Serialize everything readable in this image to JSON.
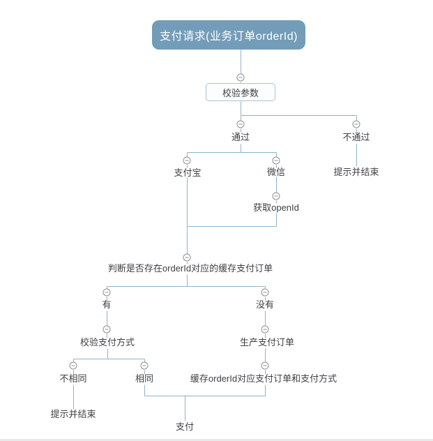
{
  "colors": {
    "page_bg": "#ffffff",
    "root_fill": "#739cb8",
    "root_text": "#ffffff",
    "param_border": "#a9c3d6",
    "param_fill": "#fcfdfe",
    "connector": "#8fb2c9",
    "toggle": "#8f8f8f",
    "text": "#3e4044",
    "edge": "#e9e9e9"
  },
  "nodes": {
    "payment_request": "支付请求(业务订单orderId)",
    "check_params": "校验参数",
    "pass": "通过",
    "fail": "不通过",
    "fail_end": "提示并结束",
    "alipay": "支付宝",
    "wechat": "微信",
    "get_openid": "获取openId",
    "check_cached_order": "判断是否存在orderId对应的缓存支付订单",
    "exists": "有",
    "not_exists": "没有",
    "verify_pay_method": "校验支付方式",
    "create_pay_order": "生产支付订单",
    "different": "不相同",
    "same": "相同",
    "cache_order": "缓存orderId对应支付订单和支付方式",
    "different_end": "提示并结束",
    "pay": "支付"
  },
  "edges": [
    [
      "payment_request",
      "check_params"
    ],
    [
      "check_params",
      "pass"
    ],
    [
      "check_params",
      "fail"
    ],
    [
      "fail",
      "fail_end"
    ],
    [
      "pass",
      "alipay"
    ],
    [
      "pass",
      "wechat"
    ],
    [
      "wechat",
      "get_openid"
    ],
    [
      "alipay",
      "check_cached_order"
    ],
    [
      "get_openid",
      "check_cached_order"
    ],
    [
      "check_cached_order",
      "exists"
    ],
    [
      "check_cached_order",
      "not_exists"
    ],
    [
      "exists",
      "verify_pay_method"
    ],
    [
      "not_exists",
      "create_pay_order"
    ],
    [
      "verify_pay_method",
      "different"
    ],
    [
      "verify_pay_method",
      "same"
    ],
    [
      "create_pay_order",
      "cache_order"
    ],
    [
      "different",
      "different_end"
    ],
    [
      "same",
      "pay"
    ],
    [
      "cache_order",
      "pay"
    ]
  ],
  "toggle_icon": "minus-circle"
}
